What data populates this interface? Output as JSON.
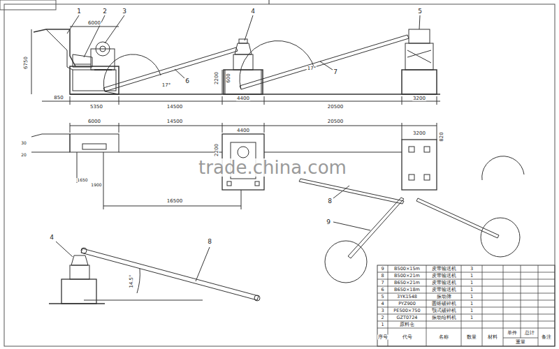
{
  "diagram": {
    "labels": [
      "1",
      "2",
      "3",
      "4",
      "5",
      "6000",
      "6750",
      "850",
      "5350",
      "14500",
      "20500",
      "3200",
      "4400",
      "2200",
      "600",
      "17°",
      "6",
      "17°",
      "7",
      "6000",
      "14500",
      "4400",
      "20500",
      "3200",
      "2200",
      "820",
      "30",
      "20",
      "1650",
      "1900",
      "16500",
      "8",
      "9",
      "trade.china.com",
      "4",
      "8",
      "14.5°",
      "9",
      "B500×15m",
      "皮带输送机",
      "3",
      "8",
      "B500×21m",
      "皮带输送机",
      "1",
      "7",
      "B650×21m",
      "皮带输送机",
      "1",
      "6",
      "B650×18m",
      "皮带输送机",
      "1",
      "5",
      "3YK1548",
      "振动筛",
      "1",
      "4",
      "PYZ900",
      "圆锥破碎机",
      "1",
      "3",
      "PE500×750",
      "颚式破碎机",
      "1",
      "2",
      "GZT0724",
      "振动给料机",
      "1",
      "1",
      "原料仓",
      "序号",
      "代号",
      "名称",
      "数量",
      "材料",
      "单件",
      "总计",
      "重量",
      "备注"
    ]
  }
}
